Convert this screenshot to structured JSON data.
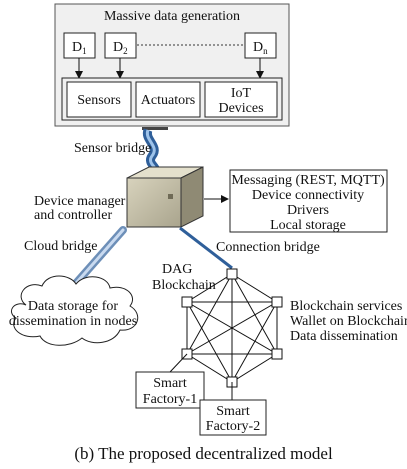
{
  "generation": {
    "title": "Massive data generation",
    "devices": [
      {
        "base": "D",
        "sub": "1"
      },
      {
        "base": "D",
        "sub": "2"
      },
      {
        "base": "D",
        "sub": "n"
      }
    ],
    "boxes": [
      "Sensors",
      "Actuators",
      "IoT",
      "Devices"
    ]
  },
  "bridges": {
    "sensor": "Sensor bridge",
    "cloud": "Cloud bridge",
    "connection": "Connection bridge"
  },
  "manager": {
    "line1": "Device manager",
    "line2": "and controller"
  },
  "services": [
    "Messaging (REST, MQTT)",
    "Device connectivity",
    "Drivers",
    "Local storage"
  ],
  "cloud": {
    "line1": "Data storage for",
    "line2": "dissemination in nodes"
  },
  "blockchain": {
    "line1": "DAG",
    "line2": "Blockchain",
    "side": [
      "Blockchain services",
      "Wallet on Blockchain",
      "Data dissemination"
    ],
    "factory1": [
      "Smart",
      "Factory-1"
    ],
    "factory2": [
      "Smart",
      "Factory-2"
    ]
  },
  "caption": "(b) The proposed decentralized model"
}
